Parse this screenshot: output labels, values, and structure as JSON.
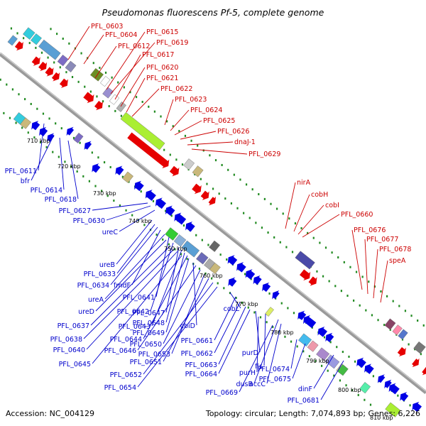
{
  "title": "Pseudomonas fluorescens Pf-5, complete genome",
  "footer": {
    "accession": "Accession: NC_004129",
    "summary": "Topology: circular; Length: 7,074,893 bp; Genes: 6,226"
  },
  "colors": {
    "forward_label": "#cc0000",
    "reverse_label": "#0000cc",
    "backbone": "#999999",
    "gc_dots": "#228b22"
  },
  "ticks": [
    "710 kbp",
    "720 kbp",
    "730 kbp",
    "740 kbp",
    "750 kbp",
    "760 kbp",
    "770 kbp",
    "780 kbp",
    "790 kbp",
    "800 kbp",
    "810 kbp"
  ],
  "forward_labels": [
    "PFL_0603",
    "PFL_0604",
    "PFL_0612",
    "PFL_0615",
    "PFL_0619",
    "PFL_0617",
    "PFL_0620",
    "PFL_0621",
    "PFL_0622",
    "PFL_0623",
    "PFL_0624",
    "PFL_0625",
    "PFL_0626",
    "dnaJ-1",
    "PFL_0629",
    "nirA",
    "cobH",
    "cobI",
    "PFL_0660",
    "PFL_0676",
    "PFL_0677",
    "PFL_0678",
    "speA"
  ],
  "reverse_labels": [
    "PFL_0611",
    "bfr",
    "PFL_0614",
    "PFL_0618",
    "PFL_0627",
    "PFL_0630",
    "ureC",
    "ureB",
    "PFL_0633",
    "PFL_0634",
    "fmdF",
    "ureA",
    "PFL_0641",
    "ureD",
    "PFL_0642",
    "PFL_0647",
    "PFL_0637",
    "PFL_0643",
    "PFL_0648",
    "PFL_0638",
    "PFL_0644",
    "PFL_0649",
    "cbiD",
    "PFL_0640",
    "PFL_0646",
    "PFL_0650",
    "PFL_0653",
    "PFL_0645",
    "PFL_0651",
    "PFL_0652",
    "PFL_0654",
    "cobL",
    "PFL_0661",
    "PFL_0662",
    "PFL_0663",
    "purD",
    "fis",
    "PFL_0664",
    "purH",
    "PFL_0674",
    "dusB",
    "accC",
    "PFL_0675",
    "PFL_0669",
    "dinF",
    "PFL_0681"
  ]
}
